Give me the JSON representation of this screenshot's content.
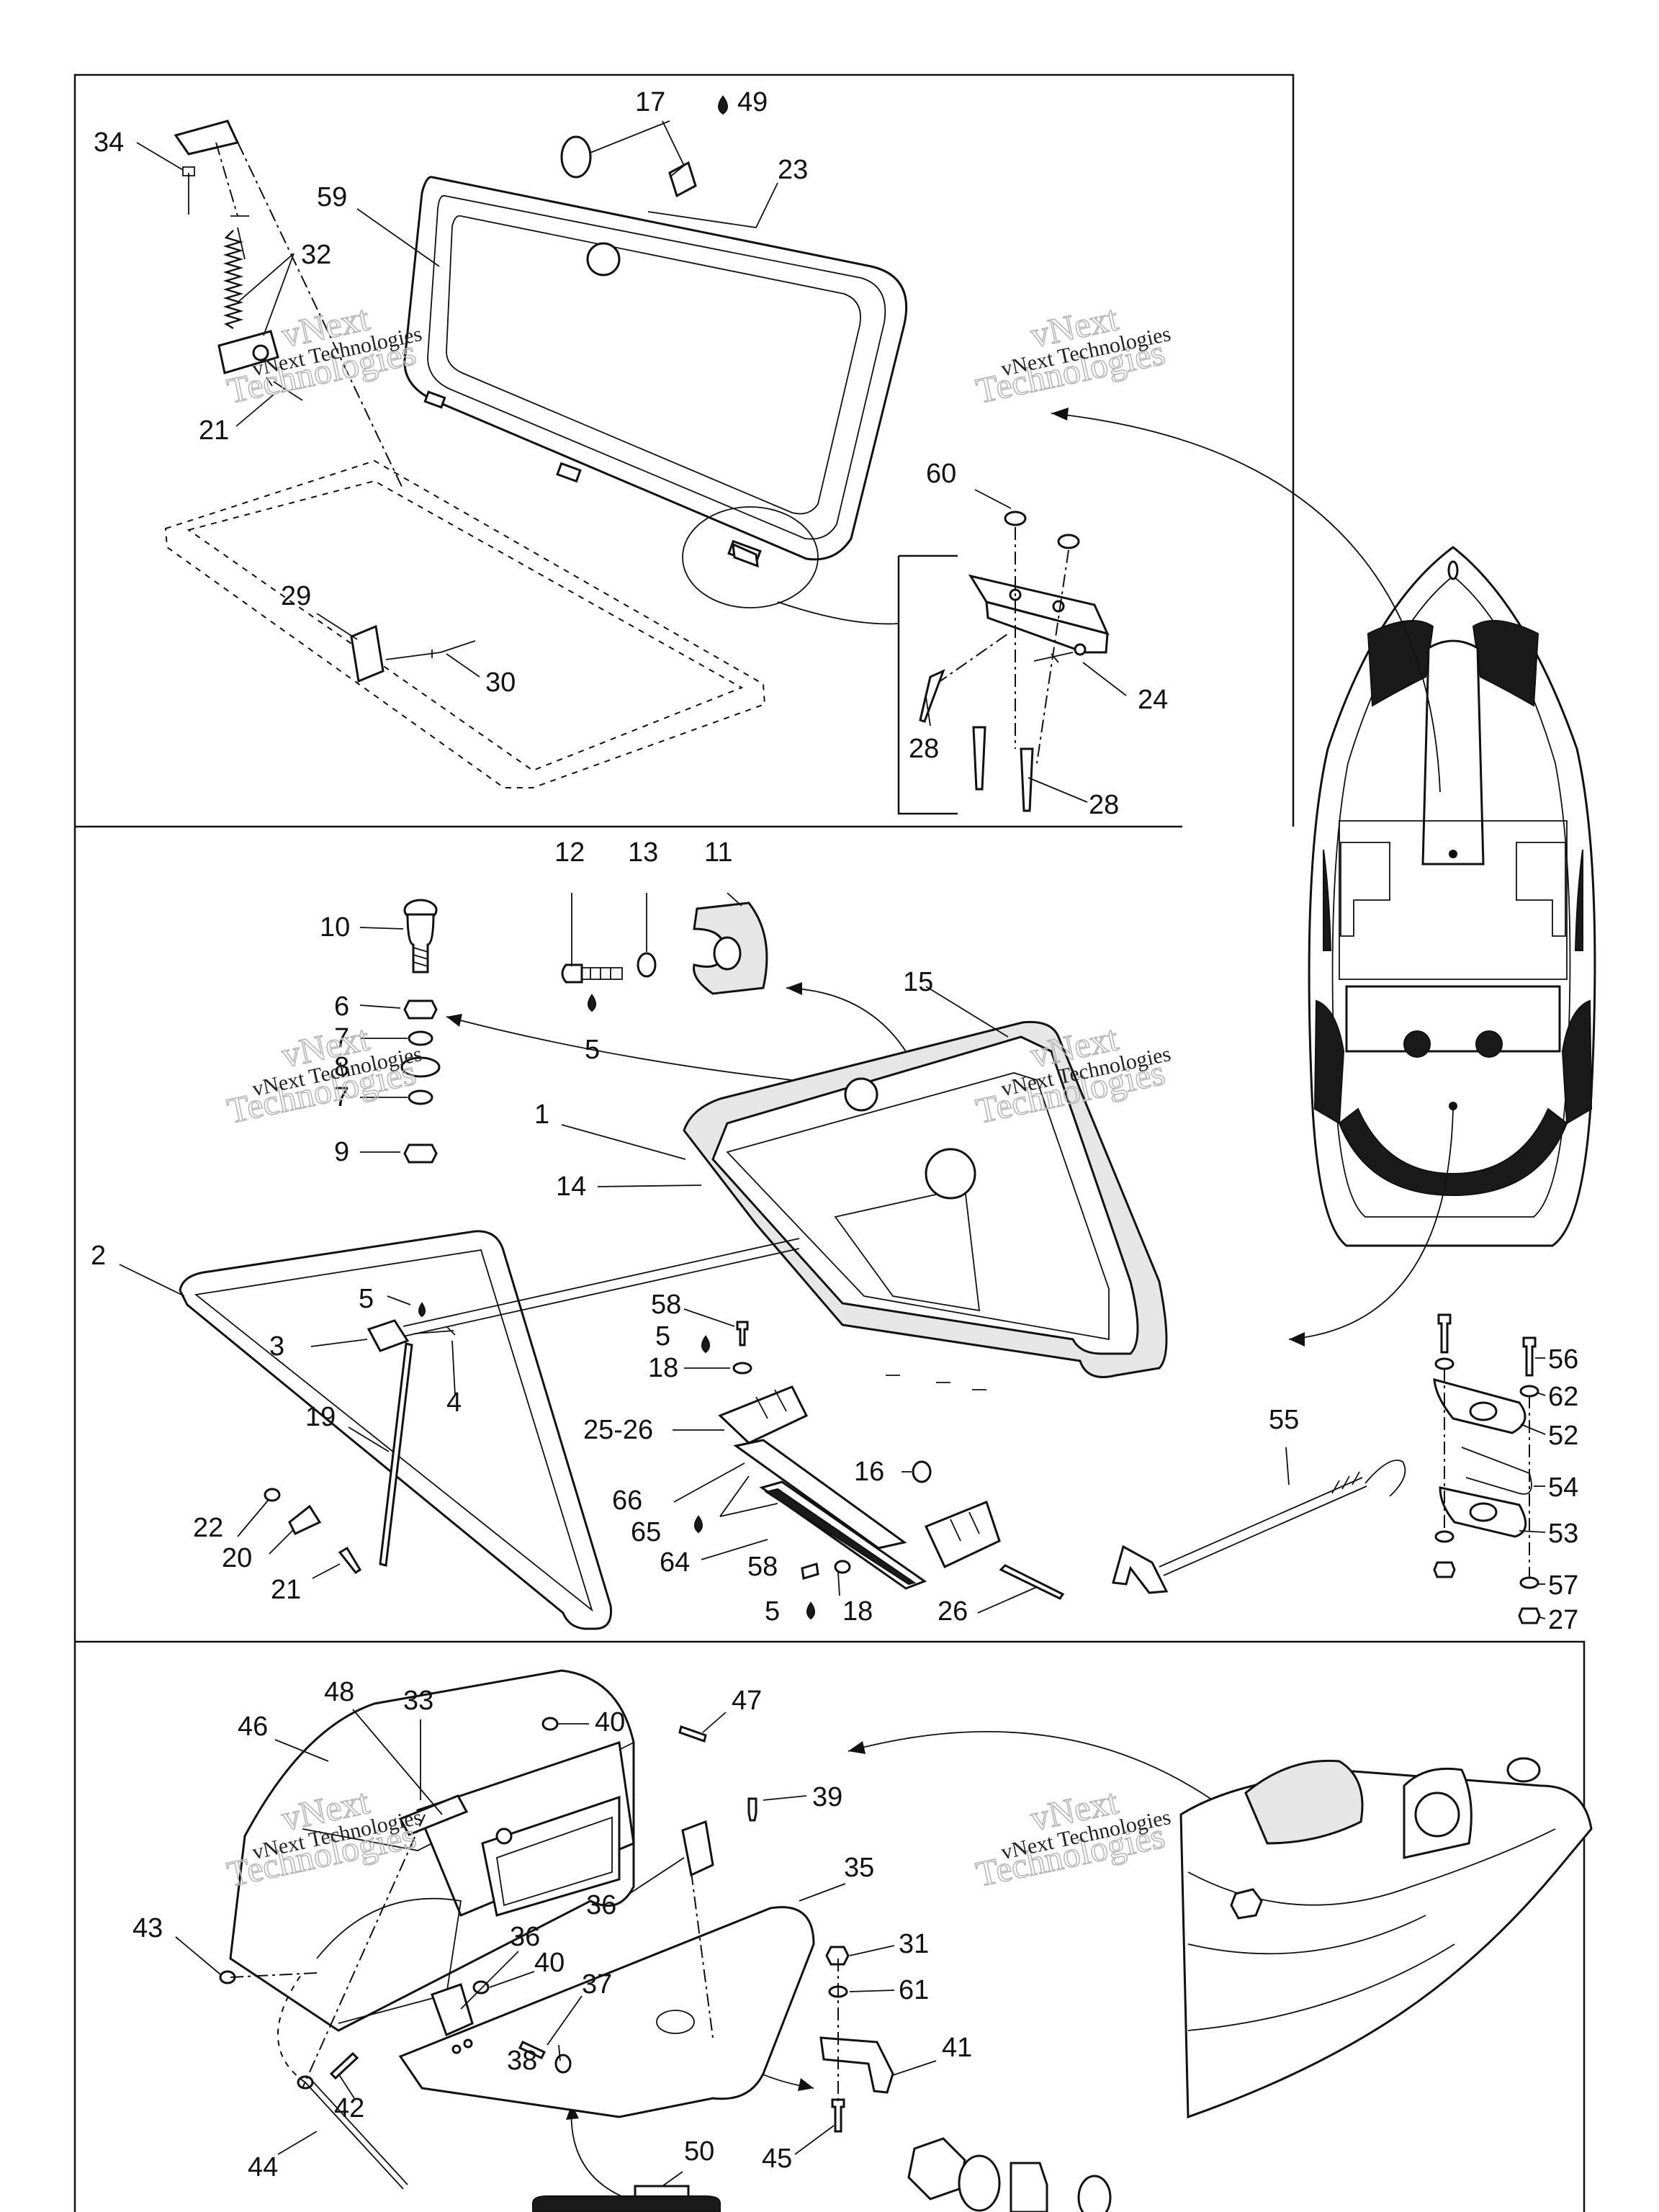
{
  "watermark": {
    "line1": "vNext",
    "line2": "Technologies",
    "small": "vNext Technologies"
  },
  "callouts": [
    {
      "id": "c-34",
      "text": "34"
    },
    {
      "id": "c-17",
      "text": "17"
    },
    {
      "id": "c-49",
      "text": "49"
    },
    {
      "id": "c-23",
      "text": "23"
    },
    {
      "id": "c-59",
      "text": "59"
    },
    {
      "id": "c-32",
      "text": "32"
    },
    {
      "id": "c-21a",
      "text": "21"
    },
    {
      "id": "c-60",
      "text": "60"
    },
    {
      "id": "c-29",
      "text": "29"
    },
    {
      "id": "c-30",
      "text": "30"
    },
    {
      "id": "c-24",
      "text": "24"
    },
    {
      "id": "c-28a",
      "text": "28"
    },
    {
      "id": "c-28b",
      "text": "28"
    },
    {
      "id": "c-12",
      "text": "12"
    },
    {
      "id": "c-13",
      "text": "13"
    },
    {
      "id": "c-11",
      "text": "11"
    },
    {
      "id": "c-10",
      "text": "10"
    },
    {
      "id": "c-6",
      "text": "6"
    },
    {
      "id": "c-7a",
      "text": "7"
    },
    {
      "id": "c-8",
      "text": "8"
    },
    {
      "id": "c-7b",
      "text": "7"
    },
    {
      "id": "c-9",
      "text": "9"
    },
    {
      "id": "c-5a",
      "text": "5"
    },
    {
      "id": "c-15",
      "text": "15"
    },
    {
      "id": "c-1",
      "text": "1"
    },
    {
      "id": "c-14",
      "text": "14"
    },
    {
      "id": "c-2",
      "text": "2"
    },
    {
      "id": "c-5b",
      "text": "5"
    },
    {
      "id": "c-3",
      "text": "3"
    },
    {
      "id": "c-4",
      "text": "4"
    },
    {
      "id": "c-19",
      "text": "19"
    },
    {
      "id": "c-58a",
      "text": "58"
    },
    {
      "id": "c-5c",
      "text": "5"
    },
    {
      "id": "c-18a",
      "text": "18"
    },
    {
      "id": "c-25-26",
      "text": "25-26"
    },
    {
      "id": "c-16",
      "text": "16"
    },
    {
      "id": "c-66",
      "text": "66"
    },
    {
      "id": "c-65",
      "text": "65"
    },
    {
      "id": "c-64",
      "text": "64"
    },
    {
      "id": "c-58b",
      "text": "58"
    },
    {
      "id": "c-5d",
      "text": "5"
    },
    {
      "id": "c-18b",
      "text": "18"
    },
    {
      "id": "c-26",
      "text": "26"
    },
    {
      "id": "c-22",
      "text": "22"
    },
    {
      "id": "c-20",
      "text": "20"
    },
    {
      "id": "c-21b",
      "text": "21"
    },
    {
      "id": "c-55",
      "text": "55"
    },
    {
      "id": "c-56",
      "text": "56"
    },
    {
      "id": "c-62",
      "text": "62"
    },
    {
      "id": "c-52",
      "text": "52"
    },
    {
      "id": "c-54",
      "text": "54"
    },
    {
      "id": "c-53",
      "text": "53"
    },
    {
      "id": "c-57",
      "text": "57"
    },
    {
      "id": "c-27",
      "text": "27"
    },
    {
      "id": "c-33",
      "text": "33"
    },
    {
      "id": "c-48",
      "text": "48"
    },
    {
      "id": "c-40a",
      "text": "40"
    },
    {
      "id": "c-46",
      "text": "46"
    },
    {
      "id": "c-47",
      "text": "47"
    },
    {
      "id": "c-39",
      "text": "39"
    },
    {
      "id": "c-35",
      "text": "35"
    },
    {
      "id": "c-36a",
      "text": "36"
    },
    {
      "id": "c-43",
      "text": "43"
    },
    {
      "id": "c-36b",
      "text": "36"
    },
    {
      "id": "c-40b",
      "text": "40"
    },
    {
      "id": "c-37",
      "text": "37"
    },
    {
      "id": "c-38",
      "text": "38"
    },
    {
      "id": "c-42",
      "text": "42"
    },
    {
      "id": "c-44",
      "text": "44"
    },
    {
      "id": "c-31",
      "text": "31"
    },
    {
      "id": "c-61",
      "text": "61"
    },
    {
      "id": "c-41",
      "text": "41"
    },
    {
      "id": "c-45",
      "text": "45"
    },
    {
      "id": "c-50",
      "text": "50"
    }
  ]
}
